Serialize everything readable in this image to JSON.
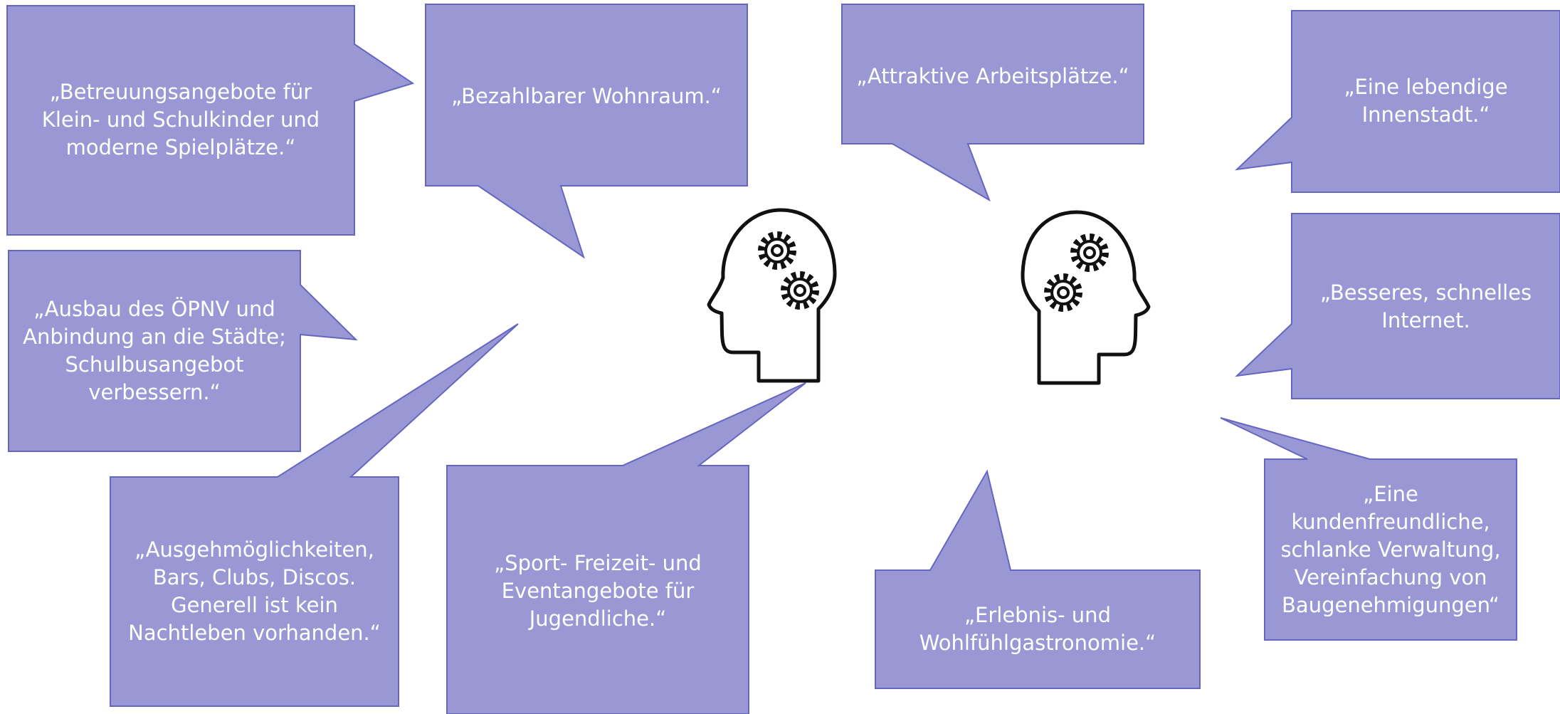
{
  "diagram": {
    "bubble_fill": "#9998d4",
    "bubble_stroke": "#6666c0",
    "icon_stroke": "#111111",
    "bubbles": [
      {
        "id": "betreuung",
        "text": "„Betreuungsangebote für\nKlein- und Schulkinder und\nmoderne Spielplätze.“"
      },
      {
        "id": "wohnraum",
        "text": "„Bezahlbarer Wohnraum.“"
      },
      {
        "id": "arbeitsplaetze",
        "text": "„Attraktive Arbeitsplätze.“"
      },
      {
        "id": "innenstadt",
        "text": "„Eine lebendige\nInnenstadt.“"
      },
      {
        "id": "oepnv",
        "text": "„Ausbau des ÖPNV und\nAnbindung an die Städte;\nSchulbusangebot\nverbessern.“"
      },
      {
        "id": "internet",
        "text": "„Besseres, schnelles\nInternet."
      },
      {
        "id": "nachtleben",
        "text": "„Ausgehmöglichkeiten,\nBars, Clubs, Discos.\nGenerell ist kein\nNachtleben vorhanden.“"
      },
      {
        "id": "sport",
        "text": "„Sport- Freizeit- und\nEventangebote für\nJugendliche.“"
      },
      {
        "id": "gastronomie",
        "text": "„Erlebnis- und\nWohlfühlgastronomie.“"
      },
      {
        "id": "verwaltung",
        "text": "„Eine\nkundenfreundliche,\nschlanke Verwaltung,\nVereinfachung von\nBaugenehmigungen“"
      }
    ],
    "icons": [
      "head-gears-icon",
      "head-gears-icon"
    ]
  }
}
